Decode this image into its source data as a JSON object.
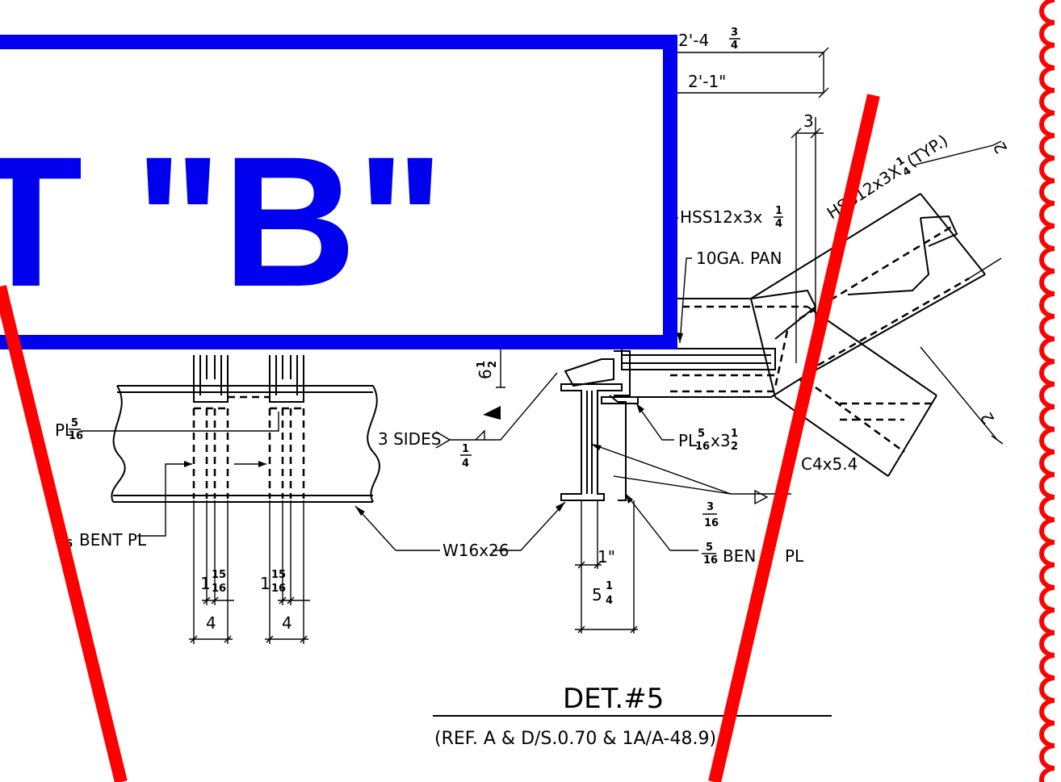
{
  "stamp": {
    "text": "T \"B\"",
    "color": "#0000ee"
  },
  "markup": {
    "strike_color": "#ff0000",
    "cloud_color": "#ff0000"
  },
  "dimensions": {
    "overall": {
      "whole": "2'-4",
      "num": "3",
      "den": "4"
    },
    "inner": "2'-1\"",
    "three": "3",
    "left_four_a": "4",
    "left_four_b": "4",
    "left_one_a": {
      "whole": "1",
      "num": "15",
      "den": "16"
    },
    "left_one_b": {
      "whole": "1",
      "num": "15",
      "den": "16"
    },
    "one_inch": "1\"",
    "five_quarter": {
      "whole": "5",
      "num": "1",
      "den": "4"
    },
    "six_half": {
      "whole": "6",
      "num": "1",
      "den": "2"
    },
    "slope_a": "2",
    "slope_b": "2"
  },
  "callouts": {
    "hss_vertical": {
      "text": "HSS12x3x",
      "num": "1",
      "den": "4"
    },
    "hss_diagonal": {
      "text": "HSS12x3X",
      "num": "1",
      "den": "4",
      "suffix": "(TYP.)"
    },
    "pan": "10GA. PAN",
    "pl_left": {
      "prefix": "PL",
      "num": "5",
      "den": "16"
    },
    "three_sides": "3 SIDES",
    "weld_quarter": {
      "num": "1",
      "den": "4"
    },
    "pl_mid": {
      "prefix": "PL",
      "num": "5",
      "den": "16",
      "suffix": "x3",
      "snum": "1",
      "sden": "2"
    },
    "channel": "C4x5.4",
    "weld_three_sixteenth": {
      "num": "3",
      "den": "16"
    },
    "bent_pl_left": {
      "num": "5",
      "den": "16",
      "text": "BENT PL"
    },
    "beam": "W16x26",
    "bent_pl_right": {
      "num": "5",
      "den": "16",
      "text": "BEN",
      "tail": "PL"
    }
  },
  "detail": {
    "title": "DET.#5",
    "reference": "(REF. A & D/S.0.70 & 1A/A-48.9)"
  }
}
